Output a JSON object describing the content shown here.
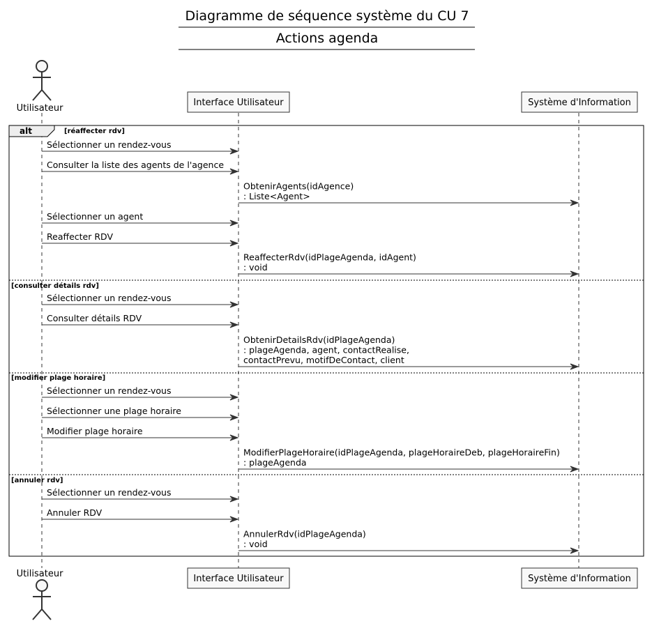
{
  "title": {
    "line1": "Diagramme de séquence système du CU 7",
    "line2": "Actions agenda"
  },
  "participants": {
    "actor": "Utilisateur",
    "ui": "Interface Utilisateur",
    "si": "Système d'Information"
  },
  "fragment": {
    "operator": "alt",
    "guards": [
      "[réaffecter rdv]",
      "[consulter détails rdv]",
      "[modifier plage horaire]",
      "[annuler rdv]"
    ]
  },
  "messages": [
    {
      "from": "actor",
      "to": "ui",
      "lines": [
        "Sélectionner un rendez-vous"
      ]
    },
    {
      "from": "actor",
      "to": "ui",
      "lines": [
        "Consulter la liste des agents de l'agence"
      ]
    },
    {
      "from": "ui",
      "to": "si",
      "lines": [
        "ObtenirAgents(idAgence)",
        ": Liste<Agent>"
      ]
    },
    {
      "from": "actor",
      "to": "ui",
      "lines": [
        "Sélectionner un agent"
      ]
    },
    {
      "from": "actor",
      "to": "ui",
      "lines": [
        "Reaffecter RDV"
      ]
    },
    {
      "from": "ui",
      "to": "si",
      "lines": [
        "ReaffecterRdv(idPlageAgenda, idAgent)",
        ": void"
      ]
    },
    {
      "from": "actor",
      "to": "ui",
      "lines": [
        "Sélectionner un rendez-vous"
      ]
    },
    {
      "from": "actor",
      "to": "ui",
      "lines": [
        "Consulter détails RDV"
      ]
    },
    {
      "from": "ui",
      "to": "si",
      "lines": [
        "ObtenirDetailsRdv(idPlageAgenda)",
        ": plageAgenda, agent, contactRealise,",
        "  contactPrevu, motifDeContact, client"
      ]
    },
    {
      "from": "actor",
      "to": "ui",
      "lines": [
        "Sélectionner un rendez-vous"
      ]
    },
    {
      "from": "actor",
      "to": "ui",
      "lines": [
        "Sélectionner une plage horaire"
      ]
    },
    {
      "from": "actor",
      "to": "ui",
      "lines": [
        "Modifier plage horaire"
      ]
    },
    {
      "from": "ui",
      "to": "si",
      "lines": [
        "ModifierPlageHoraire(idPlageAgenda, plageHoraireDeb, plageHoraireFin)",
        ": plageAgenda"
      ]
    },
    {
      "from": "actor",
      "to": "ui",
      "lines": [
        "Sélectionner un rendez-vous"
      ]
    },
    {
      "from": "actor",
      "to": "ui",
      "lines": [
        "Annuler RDV"
      ]
    },
    {
      "from": "ui",
      "to": "si",
      "lines": [
        "AnnulerRdv(idPlageAgenda)",
        ": void"
      ]
    }
  ]
}
